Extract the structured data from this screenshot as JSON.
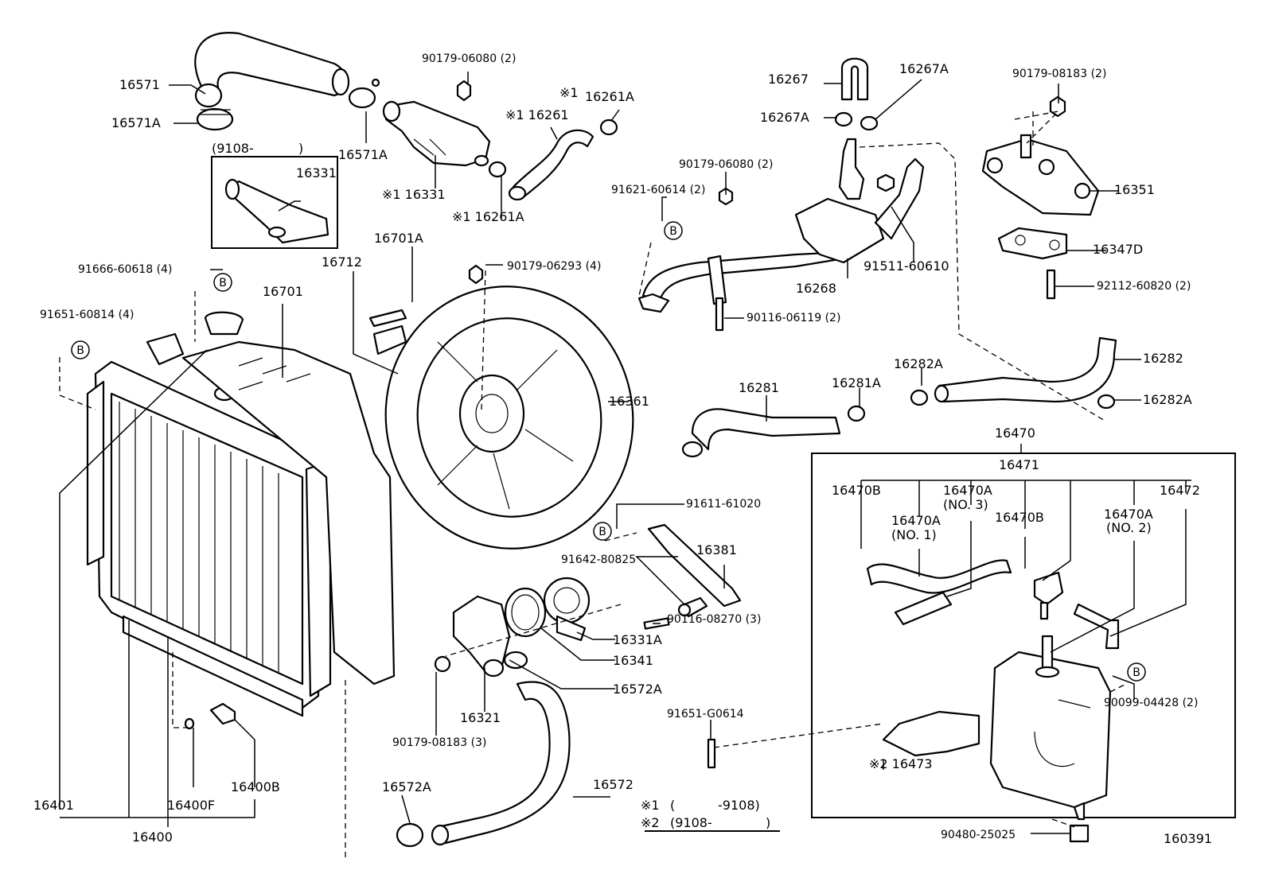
{
  "labels": {
    "p16571": "16571",
    "p16571A_left": "16571A",
    "p16571A_right": "16571A",
    "p9108_open": "(9108-",
    "p9108_close": ")",
    "p16331_box": "16331",
    "p16331_main": "※1 16331",
    "p90179_06080_top": "90179-06080 (2)",
    "p16261_mark": "※1 16261",
    "p16261A_mark_top": "※1",
    "p16261A_top": "16261A",
    "p16261A_bottom": "※1 16261A",
    "p16267": "16267",
    "p16267A_top": "16267A",
    "p16267A_left": "16267A",
    "p90179_08183_top": "90179-08183 (2)",
    "p90179_06080_mid": "90179-06080 (2)",
    "p91621_60614": "91621-60614 (2)",
    "p16351": "16351",
    "p16347D": "16347D",
    "p92112_60820": "92112-60820 (2)",
    "p91511_60610": "91511-60610",
    "p16268": "16268",
    "p90116_06119": "90116-06119 (2)",
    "p16701A": "16701A",
    "p16712": "16712",
    "p90179_06293": "90179-06293 (4)",
    "p91666_60618": "91666-60618 (4)",
    "p16701": "16701",
    "p91651_60814": "91651-60814 (4)",
    "p16361": "16361",
    "p16281": "16281",
    "p16281A": "16281A",
    "p16282A_top": "16282A",
    "p16282": "16282",
    "p16282A_right": "16282A",
    "p16470": "16470",
    "p16471": "16471",
    "p16470B_left": "16470B",
    "p16470A_no3": "16470A",
    "p_no3": "(NO. 3)",
    "p16470A_no1": "16470A",
    "p_no1": "(NO. 1)",
    "p16470B_right": "16470B",
    "p16470A_no2": "16470A",
    "p_no2": "(NO. 2)",
    "p16472": "16472",
    "p91611_61020": "91611-61020",
    "p16381": "16381",
    "p91642_80825": "91642-80825",
    "p90116_08270": "90116-08270 (3)",
    "p16331A": "16331A",
    "p16341": "16341",
    "p16572A_right": "16572A",
    "p16321": "16321",
    "p90179_08183_bottom": "90179-08183 (3)",
    "p91651_G0614": "91651-G0614",
    "p90099_04428": "90099-04428 (2)",
    "p16473": "※2 16473",
    "p16572": "16572",
    "p16572A_bottom": "16572A",
    "p16401": "16401",
    "p16400F": "16400F",
    "p16400B": "16400B",
    "p16400": "16400",
    "note1_mark": "※1",
    "note1_open": "(",
    "note1_range": "-9108)",
    "note2_mark": "※2",
    "note2_open": "(9108-",
    "note2_close": ")",
    "p90480_25025": "90480-25025",
    "diagram_number": "160391"
  },
  "callout_marker": "B"
}
